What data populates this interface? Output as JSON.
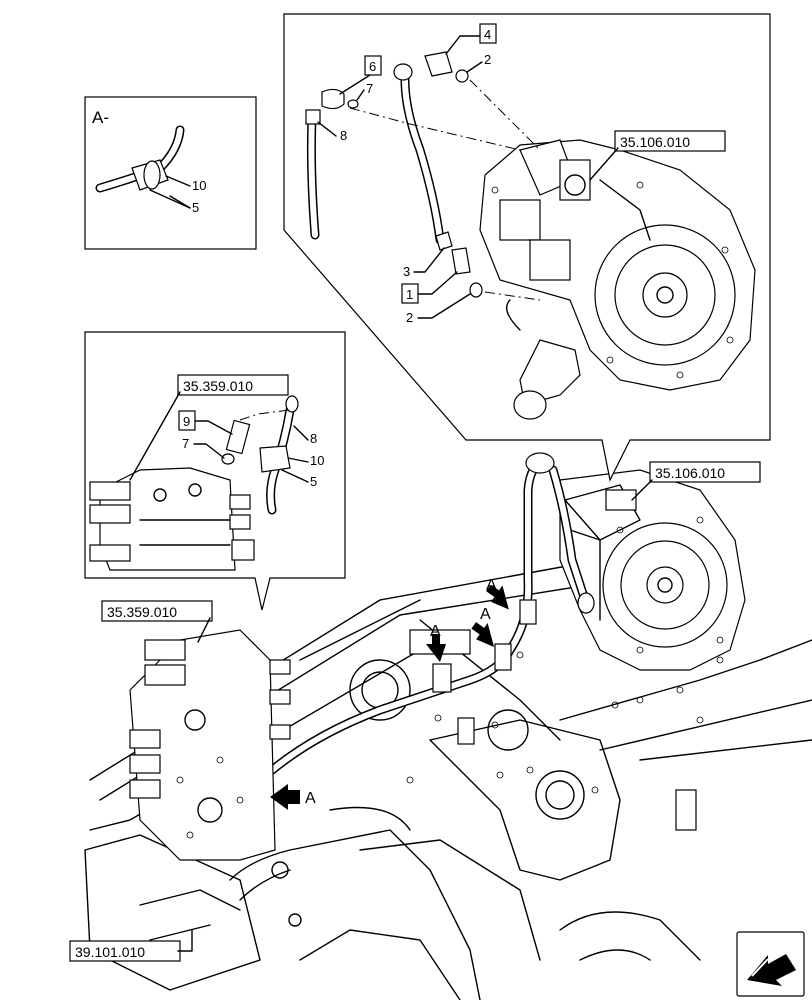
{
  "diagram": {
    "detail_view_label": "A-",
    "refs": {
      "pump_ref_top": "35.106.010",
      "pump_ref_main": "35.106.010",
      "valve_ref_detail": "35.359.010",
      "valve_ref_main": "35.359.010",
      "frame_ref": "39.101.010"
    },
    "callouts": {
      "c1": "1",
      "c2a": "2",
      "c2b": "2",
      "c3": "3",
      "c4": "4",
      "c5a": "5",
      "c5b": "5",
      "c6": "6",
      "c7a": "7",
      "c7b": "7",
      "c8a": "8",
      "c8b": "8",
      "c9": "9",
      "c10a": "10",
      "c10b": "10"
    },
    "view_markers": {
      "a1": "A",
      "a2": "A",
      "a3": "A",
      "a4": "A"
    }
  }
}
